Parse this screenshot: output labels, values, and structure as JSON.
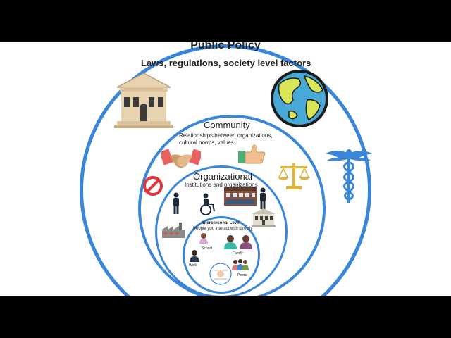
{
  "policy": {
    "title": "Public Policy",
    "subtitle": "Laws, regulations, society level factors"
  },
  "community": {
    "title": "Community",
    "desc_line1": "Relationships between organizations,",
    "desc_line2": "cultural norms, values,"
  },
  "organizational": {
    "title": "Organizational",
    "desc": "Institutions and organizations"
  },
  "interpersonal": {
    "title": "Interpersonal Level",
    "desc": "People you interact with directly",
    "labels": {
      "school": "School",
      "family": "Family",
      "work": "Work",
      "peers": "Peers"
    }
  },
  "colors": {
    "ring": "#3a86d9",
    "building": "#e8d3b0",
    "globe_land": "#d9e65a",
    "globe_sea": "#49a9d6",
    "forbidden": "#e2323a",
    "scale": "#e0b53a",
    "caduceus": "#3a86d9"
  }
}
